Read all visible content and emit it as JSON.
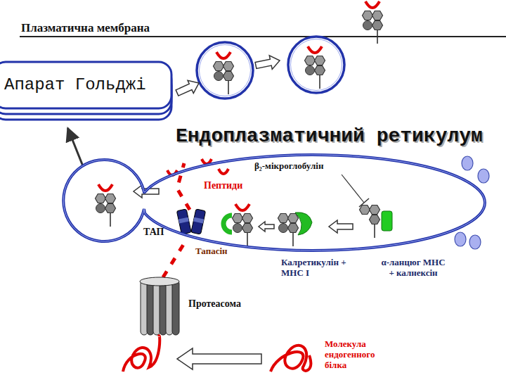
{
  "diagram": {
    "nodes": [
      {
        "text": [
          "Апарат Гольджі"
        ]
      },
      {
        "text": [
          "Ендоплазматичний ретикулум"
        ]
      }
    ],
    "edges": [
      {
        "from": 1,
        "to": 0,
        "arrow": "to"
      }
    ],
    "labels": [
      "Плазматична мембрана",
      "β₂-мікроглобулін",
      "Пептиди",
      "ТАП",
      "Тапасін",
      "Калретикулін + МНС I",
      "α-ланцюг МНС + калнексін",
      "Протеасома",
      "Молекула ендогенного білка"
    ]
  }
}
